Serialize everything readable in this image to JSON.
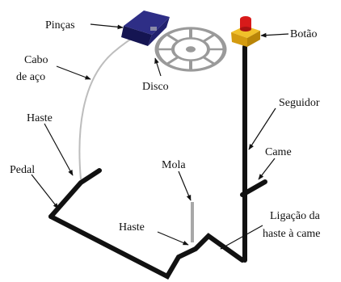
{
  "labels": {
    "pincas": "Pinças",
    "cabo": "Cabo",
    "de_aco": "de aço",
    "disco": "Disco",
    "botao": "Botão",
    "seguidor": "Seguidor",
    "haste_top": "Haste",
    "pedal": "Pedal",
    "mola": "Mola",
    "came": "Came",
    "haste_bottom": "Haste",
    "ligacao_1": "Ligação da",
    "ligacao_2": "haste à came"
  },
  "colors": {
    "rod": "#111111",
    "cable": "#bdbdbd",
    "clamp": "#1c1c63",
    "disc": "#9a9a9a",
    "button_base": "#e3ad12",
    "button_cap": "#d81a1a",
    "spring": "#a8a8a8"
  }
}
